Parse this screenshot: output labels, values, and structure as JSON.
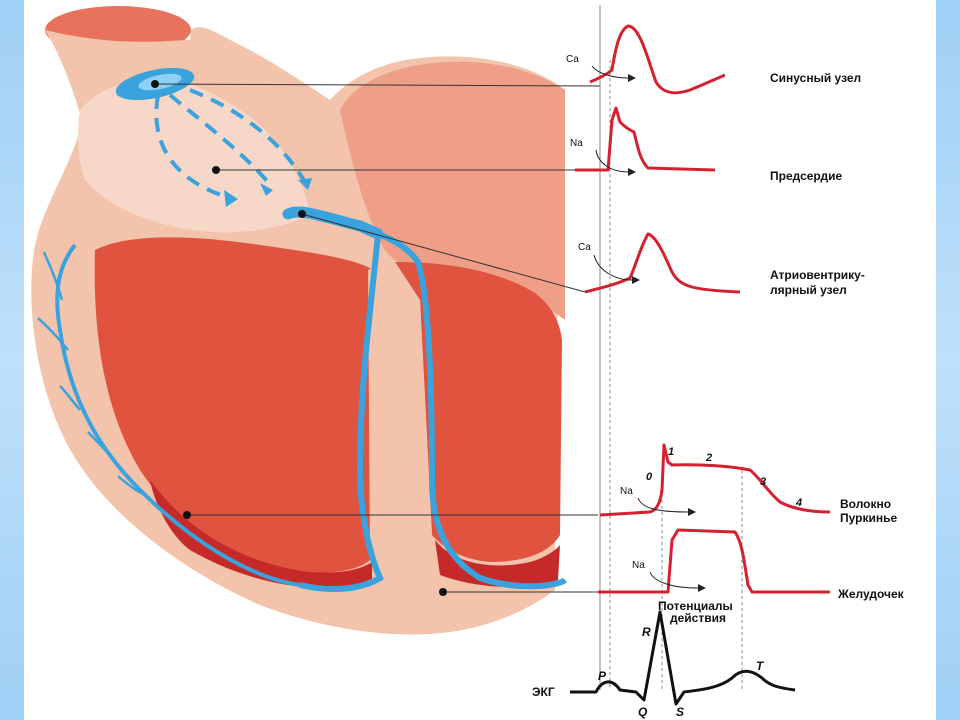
{
  "colors": {
    "background": "#ffffff",
    "side_band": "#a8d4f7",
    "heart_outer": "#f3c3ac",
    "heart_inner": "#e0533f",
    "conduction": "#3aa3de",
    "action_potential": "#d4212f"
  },
  "labels": {
    "sinus_node": "Синусный узел",
    "atrium": "Предсердие",
    "av_node_line1": "Атриовентрику-",
    "av_node_line2": "лярный узел",
    "purkinje_line1": "Волокно",
    "purkinje_line2": "Пуркинье",
    "ventricle": "Желудочек",
    "ap_caption_line1": "Потенциалы",
    "ap_caption_line2": "действия",
    "ekg": "ЭКГ"
  },
  "ions": {
    "sinus": "Ca",
    "atrium": "Na",
    "av": "Ca",
    "purkinje": "Na",
    "ventricle": "Na"
  },
  "phases": [
    "0",
    "1",
    "2",
    "3",
    "4"
  ],
  "ekg_waves": [
    "P",
    "Q",
    "R",
    "S",
    "T"
  ]
}
